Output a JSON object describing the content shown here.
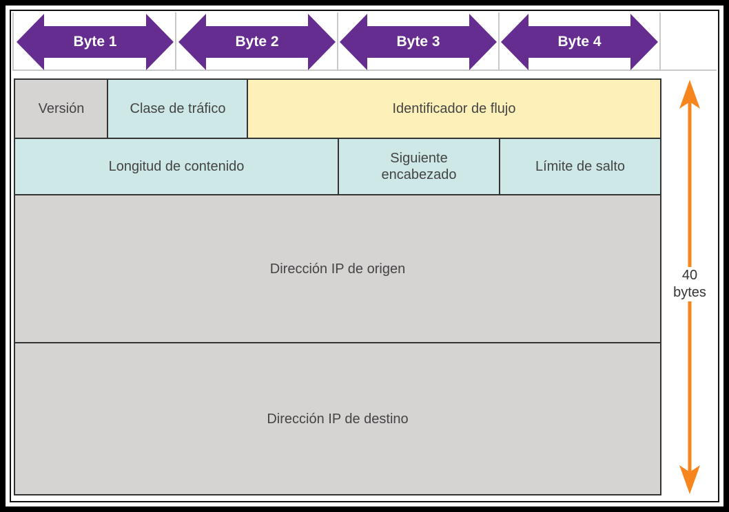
{
  "byte_labels": [
    "Byte 1",
    "Byte 2",
    "Byte 3",
    "Byte 4"
  ],
  "fields": {
    "version": "Versión",
    "traffic_class": "Clase de tráfico",
    "flow_label": "Identificador de flujo",
    "payload_length": "Longitud de contenido",
    "next_header_line1": "Siguiente",
    "next_header_line2": "encabezado",
    "hop_limit": "Límite de salto",
    "source_ip": "Dirección IP de origen",
    "destination_ip": "Dirección IP de destino"
  },
  "size": {
    "value": "40",
    "unit": "bytes"
  },
  "colors": {
    "byte_arrow": "#662d91",
    "size_arrow": "#f7851e",
    "gray_field": "#d6d3d3",
    "teal_field": "#cde8e6",
    "yellow_field": "#fdf1b9"
  }
}
